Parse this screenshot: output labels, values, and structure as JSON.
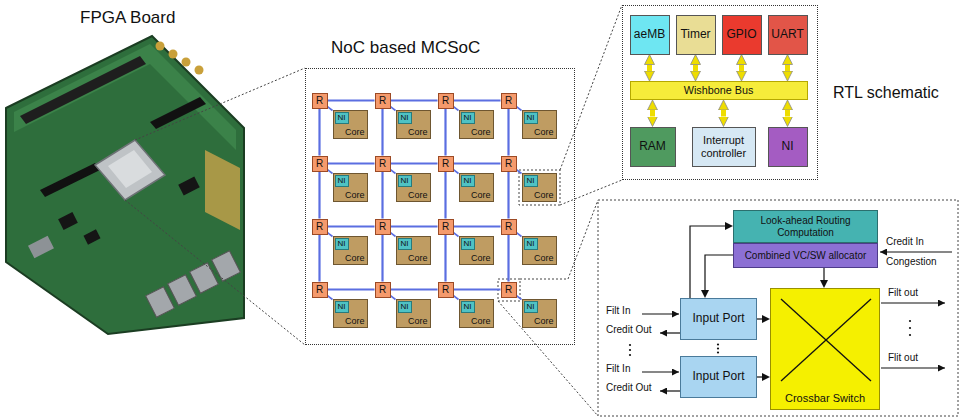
{
  "diagram": {
    "nodes": [
      {
        "text": [
          "NoC based MCSoC"
        ]
      },
      {
        "text": [
          "R"
        ],
        "in": 0
      },
      {
        "text": [
          "Core"
        ],
        "in": 0
      },
      {
        "text": [
          "NI"
        ],
        "in": 2
      },
      {
        "text": [
          "R"
        ],
        "in": 0
      },
      {
        "text": [
          "Core"
        ],
        "in": 0
      },
      {
        "text": [
          "NI"
        ],
        "in": 5
      },
      {
        "text": [
          "R"
        ],
        "in": 0
      },
      {
        "text": [
          "Core"
        ],
        "in": 0
      },
      {
        "text": [
          "NI"
        ],
        "in": 8
      },
      {
        "text": [
          "R"
        ],
        "in": 0
      },
      {
        "text": [
          "Core"
        ],
        "in": 0
      },
      {
        "text": [
          "NI"
        ],
        "in": 11
      },
      {
        "text": [
          "R"
        ],
        "in": 0
      },
      {
        "text": [
          "Core"
        ],
        "in": 0
      },
      {
        "text": [
          "NI"
        ],
        "in": 14
      },
      {
        "text": [
          "R"
        ],
        "in": 0
      },
      {
        "text": [
          "Core"
        ],
        "in": 0
      },
      {
        "text": [
          "NI"
        ],
        "in": 17
      },
      {
        "text": [
          "R"
        ],
        "in": 0
      },
      {
        "text": [
          "Core"
        ],
        "in": 0
      },
      {
        "text": [
          "NI"
        ],
        "in": 20
      },
      {
        "text": [
          "R"
        ],
        "in": 0
      },
      {
        "text": [
          "Core"
        ],
        "in": 0
      },
      {
        "text": [
          "NI"
        ],
        "in": 23
      },
      {
        "text": [
          "R"
        ],
        "in": 0
      },
      {
        "text": [
          "Core"
        ],
        "in": 0
      },
      {
        "text": [
          "NI"
        ],
        "in": 26
      },
      {
        "text": [
          "R"
        ],
        "in": 0
      },
      {
        "text": [
          "Core"
        ],
        "in": 0
      },
      {
        "text": [
          "NI"
        ],
        "in": 29
      },
      {
        "text": [
          "R"
        ],
        "in": 0
      },
      {
        "text": [
          "Core"
        ],
        "in": 0
      },
      {
        "text": [
          "NI"
        ],
        "in": 32
      },
      {
        "text": [
          "R"
        ],
        "in": 0
      },
      {
        "text": [
          "Core"
        ],
        "in": 0
      },
      {
        "text": [
          "NI"
        ],
        "in": 35
      },
      {
        "text": [
          "R"
        ],
        "in": 0
      },
      {
        "text": [
          "Core"
        ],
        "in": 0
      },
      {
        "text": [
          "NI"
        ],
        "in": 38
      },
      {
        "text": [
          "R"
        ],
        "in": 0
      },
      {
        "text": [
          "Core"
        ],
        "in": 0
      },
      {
        "text": [
          "NI"
        ],
        "in": 41
      },
      {
        "text": [
          "R"
        ],
        "in": 0
      },
      {
        "text": [
          "Core"
        ],
        "in": 0
      },
      {
        "text": [
          "NI"
        ],
        "in": 44
      },
      {
        "text": [
          "R"
        ],
        "in": 0
      },
      {
        "text": [
          "Core"
        ],
        "in": 0
      },
      {
        "text": [
          "NI"
        ],
        "in": 47
      },
      {
        "text": [
          "RTL schematic"
        ]
      },
      {
        "text": [
          "aeMB"
        ],
        "in": 49
      },
      {
        "text": [
          "Timer"
        ],
        "in": 49
      },
      {
        "text": [
          "GPIO"
        ],
        "in": 49
      },
      {
        "text": [
          "UART"
        ],
        "in": 49
      },
      {
        "text": [
          "Wishbone Bus"
        ],
        "in": 49
      },
      {
        "text": [
          "RAM"
        ],
        "in": 49
      },
      {
        "text": [
          "Interrupt controller"
        ],
        "in": 49
      },
      {
        "text": [
          "NI"
        ],
        "in": 49
      },
      {
        "text": [
          "Look-ahead Routing Computation"
        ]
      },
      {
        "text": [
          "Combined VC/SW allocator"
        ]
      },
      {
        "text": [
          "Input Port"
        ]
      },
      {
        "text": [
          "Input Port"
        ]
      },
      {
        "text": [
          "Crossbar Switch"
        ]
      }
    ],
    "edges": [
      {
        "from": 1,
        "to": 4,
        "arrow": "none"
      },
      {
        "from": 4,
        "to": 7,
        "arrow": "none"
      },
      {
        "from": 7,
        "to": 10,
        "arrow": "none"
      },
      {
        "from": 13,
        "to": 16,
        "arrow": "none"
      },
      {
        "from": 16,
        "to": 19,
        "arrow": "none"
      },
      {
        "from": 19,
        "to": 22,
        "arrow": "none"
      },
      {
        "from": 25,
        "to": 28,
        "arrow": "none"
      },
      {
        "from": 28,
        "to": 31,
        "arrow": "none"
      },
      {
        "from": 31,
        "to": 34,
        "arrow": "none"
      },
      {
        "from": 37,
        "to": 40,
        "arrow": "none"
      },
      {
        "from": 40,
        "to": 43,
        "arrow": "none"
      },
      {
        "from": 43,
        "to": 46,
        "arrow": "none"
      },
      {
        "from": 1,
        "to": 13,
        "arrow": "none"
      },
      {
        "from": 4,
        "to": 16,
        "arrow": "none"
      },
      {
        "from": 7,
        "to": 19,
        "arrow": "none"
      },
      {
        "from": 10,
        "to": 22,
        "arrow": "none"
      },
      {
        "from": 13,
        "to": 25,
        "arrow": "none"
      },
      {
        "from": 16,
        "to": 28,
        "arrow": "none"
      },
      {
        "from": 19,
        "to": 31,
        "arrow": "none"
      },
      {
        "from": 22,
        "to": 34,
        "arrow": "none"
      },
      {
        "from": 25,
        "to": 37,
        "arrow": "none"
      },
      {
        "from": 28,
        "to": 40,
        "arrow": "none"
      },
      {
        "from": 31,
        "to": 43,
        "arrow": "none"
      },
      {
        "from": 34,
        "to": 46,
        "arrow": "none"
      },
      {
        "from": 1,
        "to": 2,
        "arrow": "none"
      },
      {
        "from": 4,
        "to": 5,
        "arrow": "none"
      },
      {
        "from": 7,
        "to": 8,
        "arrow": "none"
      },
      {
        "from": 10,
        "to": 11,
        "arrow": "none"
      },
      {
        "from": 13,
        "to": 14,
        "arrow": "none"
      },
      {
        "from": 16,
        "to": 17,
        "arrow": "none"
      },
      {
        "from": 19,
        "to": 20,
        "arrow": "none"
      },
      {
        "from": 22,
        "to": 23,
        "arrow": "none"
      },
      {
        "from": 25,
        "to": 26,
        "arrow": "none"
      },
      {
        "from": 28,
        "to": 29,
        "arrow": "none"
      },
      {
        "from": 31,
        "to": 32,
        "arrow": "none"
      },
      {
        "from": 34,
        "to": 35,
        "arrow": "none"
      },
      {
        "from": 37,
        "to": 38,
        "arrow": "none"
      },
      {
        "from": 40,
        "to": 41,
        "arrow": "none"
      },
      {
        "from": 43,
        "to": 44,
        "arrow": "none"
      },
      {
        "from": 46,
        "to": 47,
        "arrow": "none"
      },
      {
        "from": 50,
        "to": 54,
        "arrow": "both"
      },
      {
        "from": 51,
        "to": 54,
        "arrow": "both"
      },
      {
        "from": 52,
        "to": 54,
        "arrow": "both"
      },
      {
        "from": 53,
        "to": 54,
        "arrow": "both"
      },
      {
        "from": 54,
        "to": 55,
        "arrow": "both"
      },
      {
        "from": 54,
        "to": 56,
        "arrow": "both"
      },
      {
        "from": 54,
        "to": 57,
        "arrow": "both"
      },
      {
        "from": 60,
        "to": 58,
        "arrow": "to"
      },
      {
        "from": 59,
        "to": 60,
        "arrow": "to"
      },
      {
        "from": 60,
        "to": 62,
        "arrow": "to"
      },
      {
        "from": 61,
        "to": 62,
        "arrow": "to"
      },
      {
        "from": 59,
        "to": 62,
        "arrow": "to"
      }
    ],
    "labels": [
      "FPGA Board",
      "Filt In",
      "Credit Out",
      "Filt In",
      "Credit Out",
      "Filt out",
      "Flit out",
      "Credit In",
      "Congestion"
    ]
  }
}
